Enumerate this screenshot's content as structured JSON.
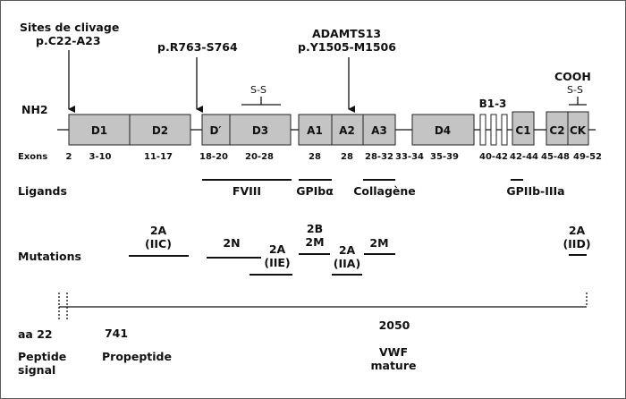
{
  "cleavage_sites": [
    {
      "line1": "Sites de clivage",
      "line2": "p.C22-A23"
    },
    {
      "line1": "p.R763-S764",
      "line2": ""
    },
    {
      "line1": "ADAMTS13",
      "line2": "p.Y1505-M1506"
    }
  ],
  "termini": {
    "n": "NH2",
    "c": "COOH"
  },
  "disulfide_label": "S-S",
  "domains": [
    "D1",
    "D2",
    "D′",
    "D3",
    "A1",
    "A2",
    "A3",
    "D4",
    "B1-3",
    "C1",
    "C2",
    "CK"
  ],
  "exons_label": "Exons",
  "exons": [
    "2",
    "3-10",
    "11-17",
    "18-20",
    "20-28",
    "28",
    "28",
    "28-32",
    "33-34",
    "35-39",
    "40-42",
    "42-44",
    "45-48",
    "49-52"
  ],
  "ligands_label": "Ligands",
  "ligands": [
    "FVIII",
    "GPIbα",
    "Collagène",
    "GPIIb-IIIa"
  ],
  "mutations_label": "Mutations",
  "mutations": [
    {
      "line1": "2A",
      "line2": "(IIC)"
    },
    {
      "line1": "2N",
      "line2": ""
    },
    {
      "line1": "2A",
      "line2": "(IIE)"
    },
    {
      "line1": "2B",
      "line2": "2M"
    },
    {
      "line1": "2A",
      "line2": "(IIA)"
    },
    {
      "line1": "2M",
      "line2": ""
    },
    {
      "line1": "2A",
      "line2": "(IID)"
    }
  ],
  "positions": [
    "aa 22",
    "741",
    "2050"
  ],
  "regions": [
    {
      "line1": "Peptide",
      "line2": "signal"
    },
    {
      "line1": "Propeptide",
      "line2": ""
    },
    {
      "line1": "VWF",
      "line2": "mature"
    }
  ],
  "colors": {
    "domain_fill": "#c4c4c4",
    "line": "#111111",
    "frame": "#5a5a5a"
  }
}
